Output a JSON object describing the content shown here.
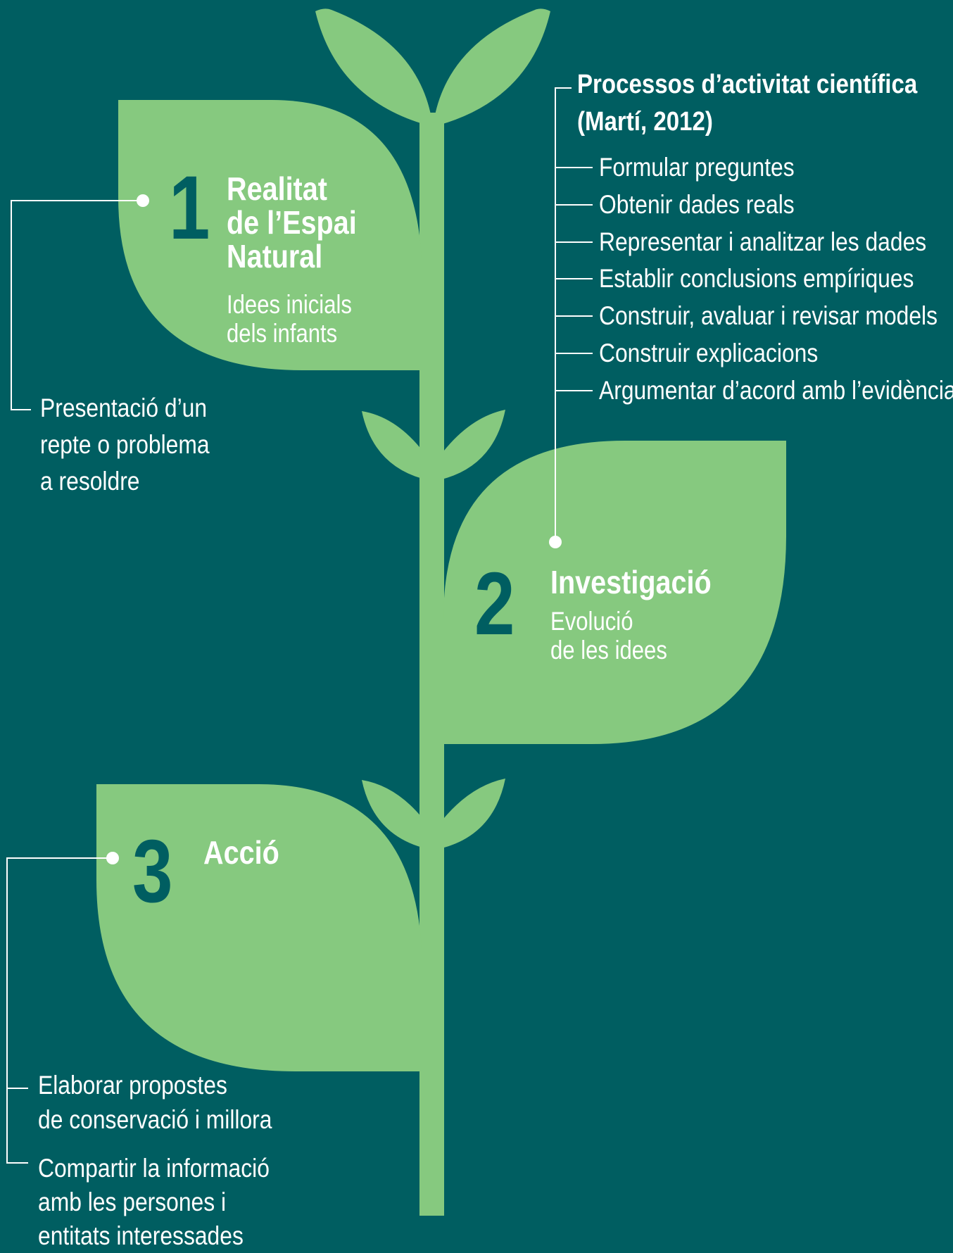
{
  "colors": {
    "background": "#005e61",
    "plant": "#86c97f",
    "number": "#005e61",
    "text": "#ffffff",
    "connector": "#ffffff"
  },
  "stage1": {
    "number": "1",
    "title_lines": [
      "Realitat",
      "de l’Espai",
      "Natural"
    ],
    "subtitle_lines": [
      "Idees inicials",
      "dels infants"
    ],
    "note_lines": [
      "Presentació d’un",
      "repte o problema",
      "a resoldre"
    ]
  },
  "stage2": {
    "number": "2",
    "title": "Investigació",
    "subtitle_lines": [
      "Evolució",
      "de les idees"
    ]
  },
  "stage3": {
    "number": "3",
    "title": "Acció",
    "notes": [
      {
        "lines": [
          "Elaborar propostes",
          "de conservació i millora"
        ]
      },
      {
        "lines": [
          "Compartir la informació",
          "amb les persones i",
          "entitats interessades"
        ]
      }
    ]
  },
  "processes": {
    "heading_lines": [
      "Processos d’activitat científica",
      "(Martí, 2012)"
    ],
    "items": [
      "Formular preguntes",
      "Obtenir dades reals",
      "Representar i analitzar les dades",
      "Establir conclusions empíriques",
      "Construir, avaluar i revisar models",
      "Construir explicacions",
      "Argumentar d’acord amb l’evidència"
    ]
  }
}
